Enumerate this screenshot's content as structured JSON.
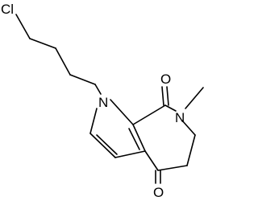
{
  "molecule": {
    "atom_labels": {
      "chlorine": "Cl",
      "nitrogen_pyrrole": "N",
      "nitrogen_amide": "N",
      "oxygen_upper": "O",
      "oxygen_lower": "O"
    }
  },
  "colors": {
    "bond": "#000000",
    "background": "#ffffff"
  }
}
